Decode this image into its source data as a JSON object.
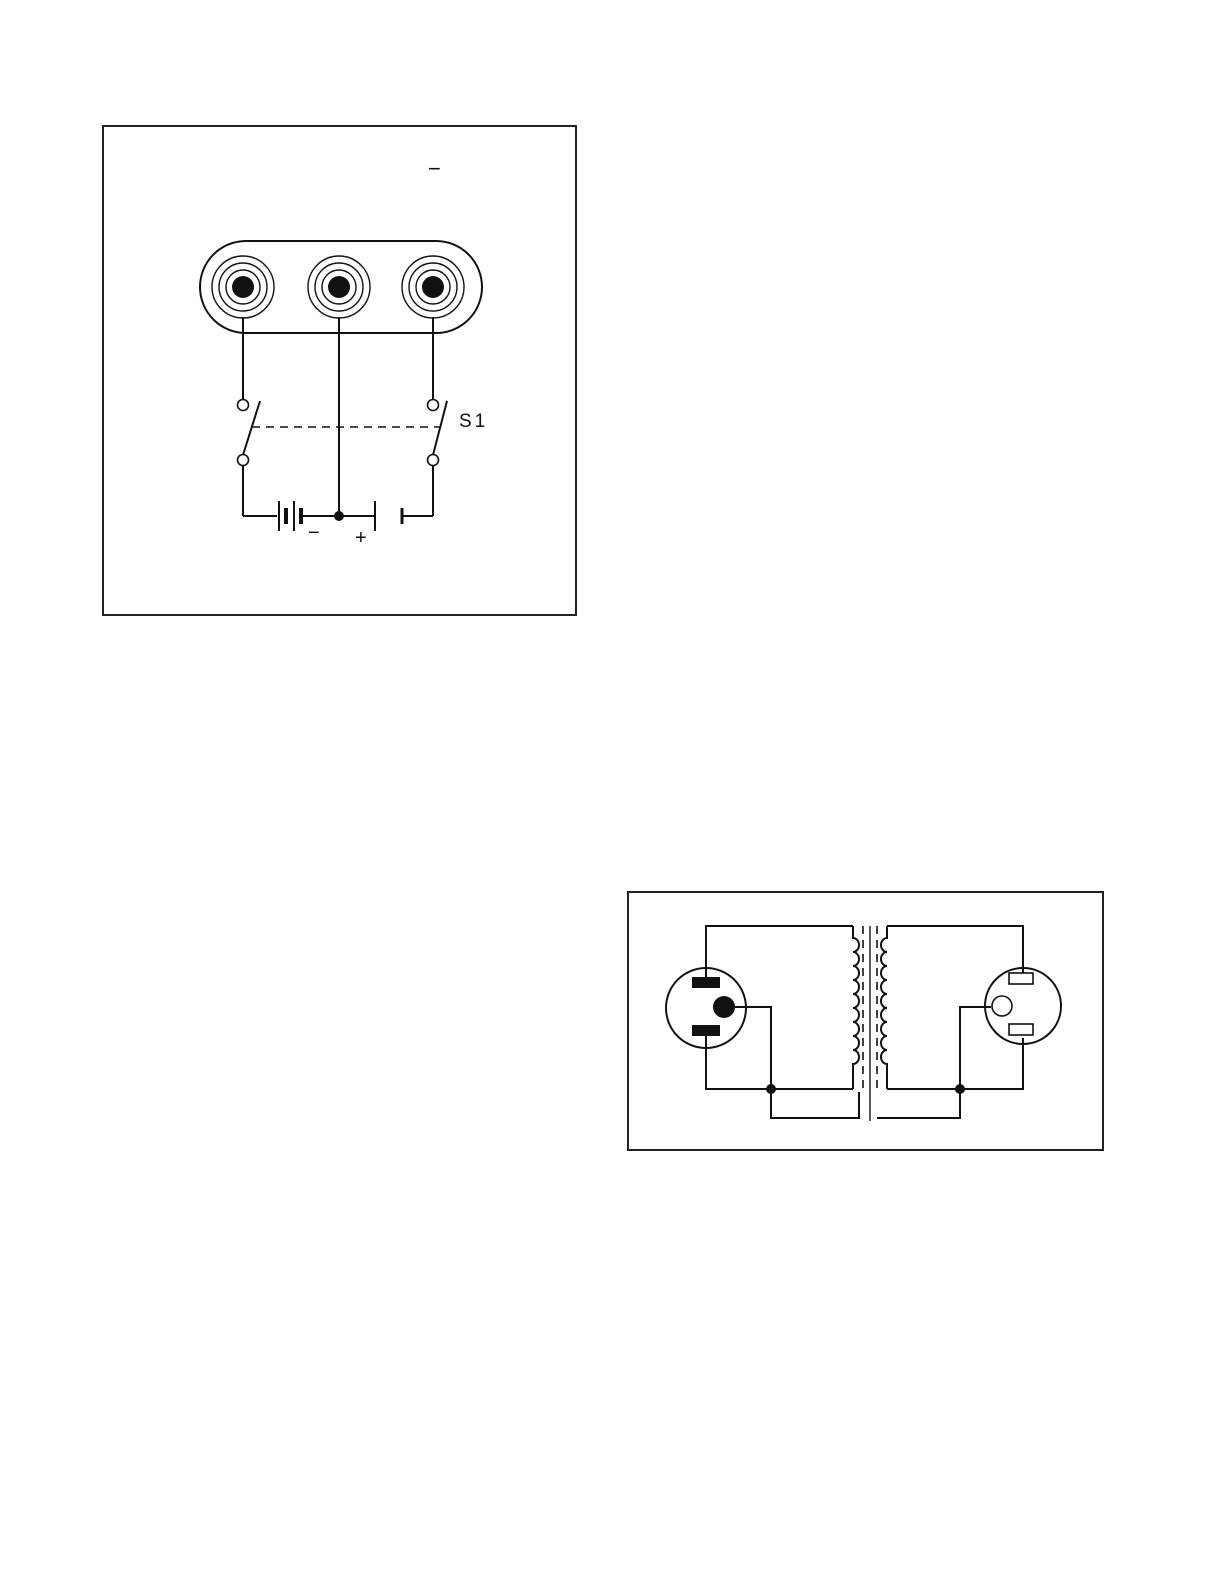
{
  "figures": [
    {
      "id": "fig1",
      "labels": {
        "top_mark": "−",
        "switch": "S1",
        "minus": "−",
        "plus": "+"
      }
    },
    {
      "id": "fig2"
    }
  ]
}
